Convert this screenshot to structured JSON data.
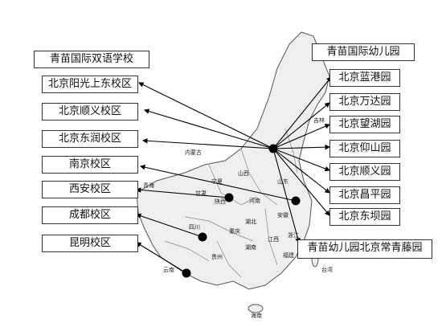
{
  "headers": {
    "school": "青苗国际双语学校",
    "kindergarten": "青苗国际幼儿园"
  },
  "school_campuses": [
    "北京阳光上东校区",
    "北京顺义校区",
    "北京东润校区",
    "南京校区",
    "西安校区",
    "成都校区",
    "昆明校区"
  ],
  "kindergarten_campuses": [
    "北京蓝港园",
    "北京万达园",
    "北京望湖园",
    "北京仰山园",
    "北京顺义园",
    "北京昌平园",
    "北京东坝园"
  ],
  "extra_campus": "青苗幼儿园北京常青藤园",
  "map_labels": {
    "neimenggu": "内蒙古",
    "jilin": "吉林",
    "shanxi": "山西",
    "shaanxi": "陕西",
    "henan": "河南",
    "hubei": "湖北",
    "sichuan": "四川",
    "hunan": "湖南",
    "jiangxi": "江西",
    "anhui": "安徽",
    "zhejiang": "浙江",
    "fujian": "福建",
    "guizhou": "贵州",
    "yunnan": "云南",
    "chongqing": "重庆",
    "qinghai": "青海",
    "gansu": "甘肃",
    "ningxia": "宁夏",
    "shandong": "山东",
    "taiwan": "台湾",
    "hainan": "海南"
  }
}
